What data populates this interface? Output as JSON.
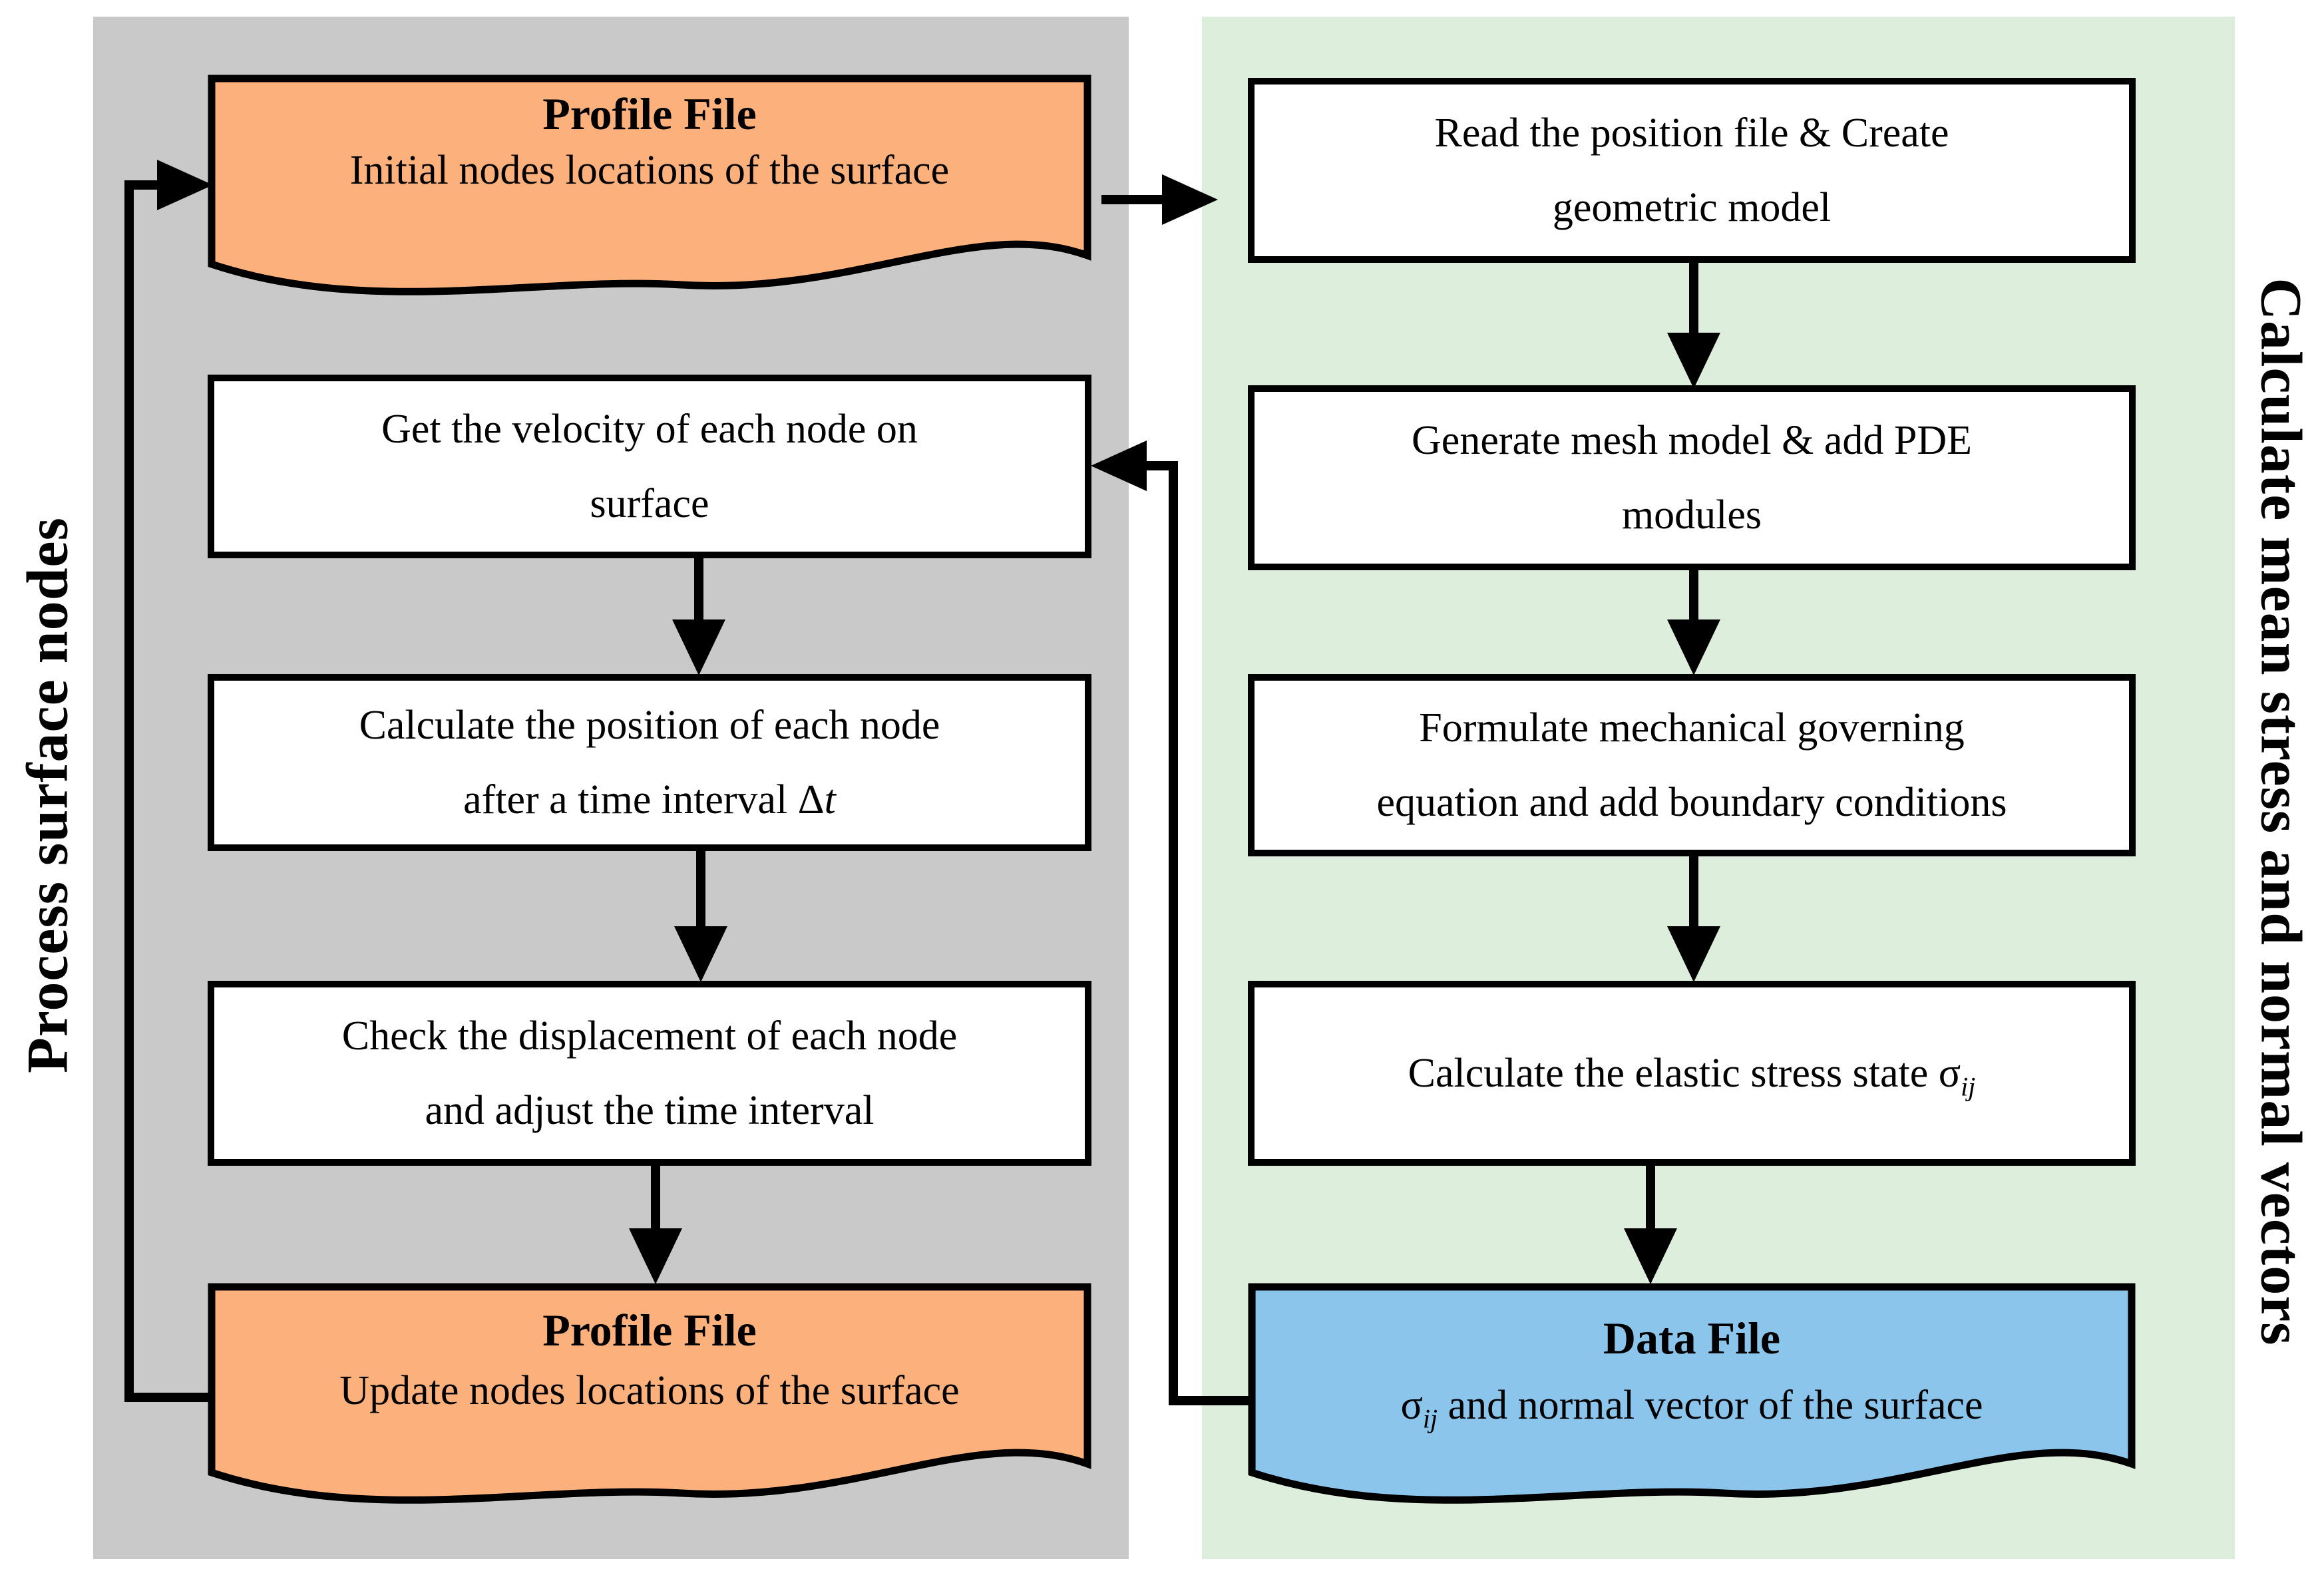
{
  "left_panel": {
    "label": "Process surface nodes",
    "profile_file_top": {
      "title": "Profile File",
      "body": "Initial nodes locations of the surface"
    },
    "get_velocity": {
      "line1": "Get the velocity of each node on",
      "line2": "surface"
    },
    "calc_position": {
      "line1": "Calculate the position of each node",
      "line2_pre": "after a time interval ",
      "delta": "Δ",
      "t_italic": "t"
    },
    "check_displacement": {
      "line1": "Check the displacement of each node",
      "line2": "and adjust the time interval"
    },
    "profile_file_bottom": {
      "title": "Profile File",
      "body": "Update nodes locations of the surface"
    }
  },
  "right_panel": {
    "label": "Calculate mean stress and normal vectors",
    "read_position": {
      "line1": "Read the position file & Create",
      "line2": "geometric model"
    },
    "generate_mesh": {
      "line1": "Generate mesh model & add PDE",
      "line2": "modules"
    },
    "formulate": {
      "line1": "Formulate mechanical governing",
      "line2": "equation and add boundary conditions"
    },
    "calc_stress": {
      "pre": "Calculate the elastic stress state ",
      "sigma": "σ",
      "subscript": "ij"
    },
    "data_file": {
      "title": "Data File",
      "sigma": "σ",
      "subscript": "ij",
      "body_rest": " and normal vector of the surface"
    }
  },
  "colors": {
    "left_panel_bg": "#c9c9c9",
    "right_panel_bg": "#deeedd",
    "profile_file_fill": "#fcb17c",
    "data_file_fill": "#8cc5ec",
    "process_box_fill": "#ffffff",
    "line_color": "#000000"
  }
}
